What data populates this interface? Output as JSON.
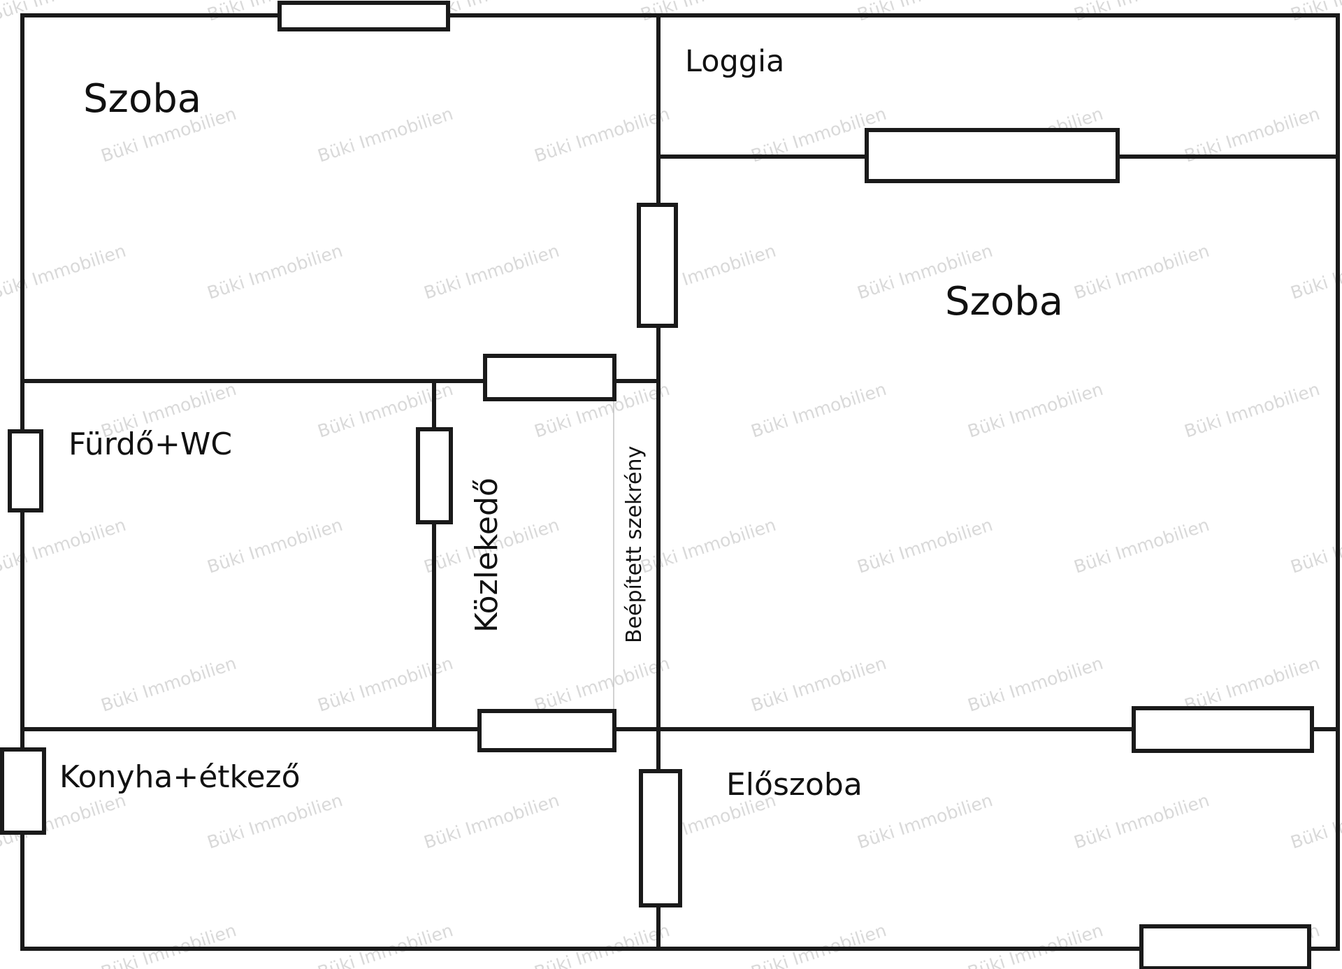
{
  "rooms": {
    "szoba_1": "Szoba",
    "loggia": "Loggia",
    "szoba_2": "Szoba",
    "furdo_wc": "Fürdő+WC",
    "kozlekedo": "Közlekedő",
    "beepitett_szekreny": "Beépített szekrény",
    "konyha_etkezo": "Konyha+étkező",
    "eloszoba": "Előszoba"
  },
  "watermark": {
    "text": "Büki Immobilien"
  },
  "colors": {
    "wall": "#1a1a1a",
    "watermark": "#d9d9d9"
  }
}
